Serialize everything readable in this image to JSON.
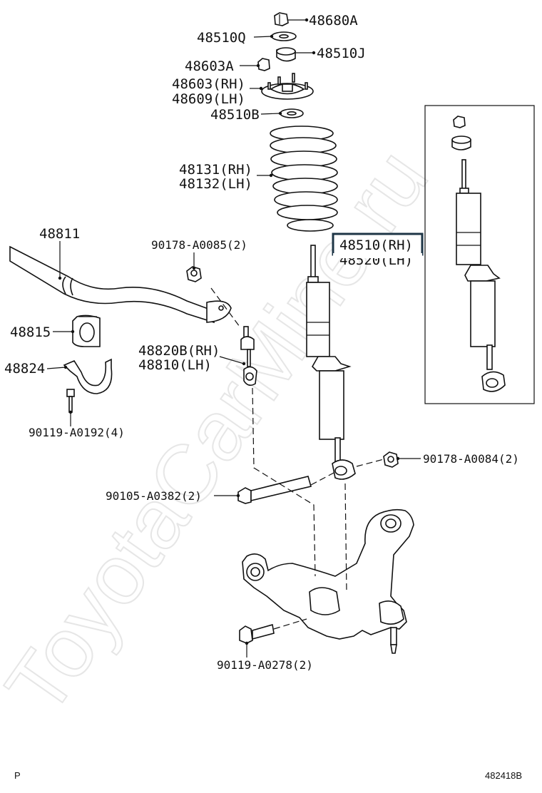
{
  "watermark": "ToyotaCarMine.ru",
  "highlight_color": "#1e3546",
  "corner_left": "P",
  "corner_right": "482418B",
  "labels": {
    "l48680A": "48680A",
    "l48510Q": "48510Q",
    "l48510J": "48510J",
    "l48603A": "48603A",
    "l48603RH": "48603(RH)",
    "l48609LH": "48609(LH)",
    "l48510B": "48510B",
    "l48131RH": "48131(RH)",
    "l48132LH": "48132(LH)",
    "l48811": "48811",
    "l90178A0085": "90178-A0085(2)",
    "l48510RH": "48510(RH)",
    "l48520LH": "48520(LH)",
    "l48815": "48815",
    "l48820BRH": "48820B(RH)",
    "l48810LH": "48810(LH)",
    "l48824": "48824",
    "l90119A0192": "90119-A0192(4)",
    "l90178A0084": "90178-A0084(2)",
    "l90105A0382": "90105-A0382(2)",
    "l90119A0278": "90119-A0278(2)"
  }
}
